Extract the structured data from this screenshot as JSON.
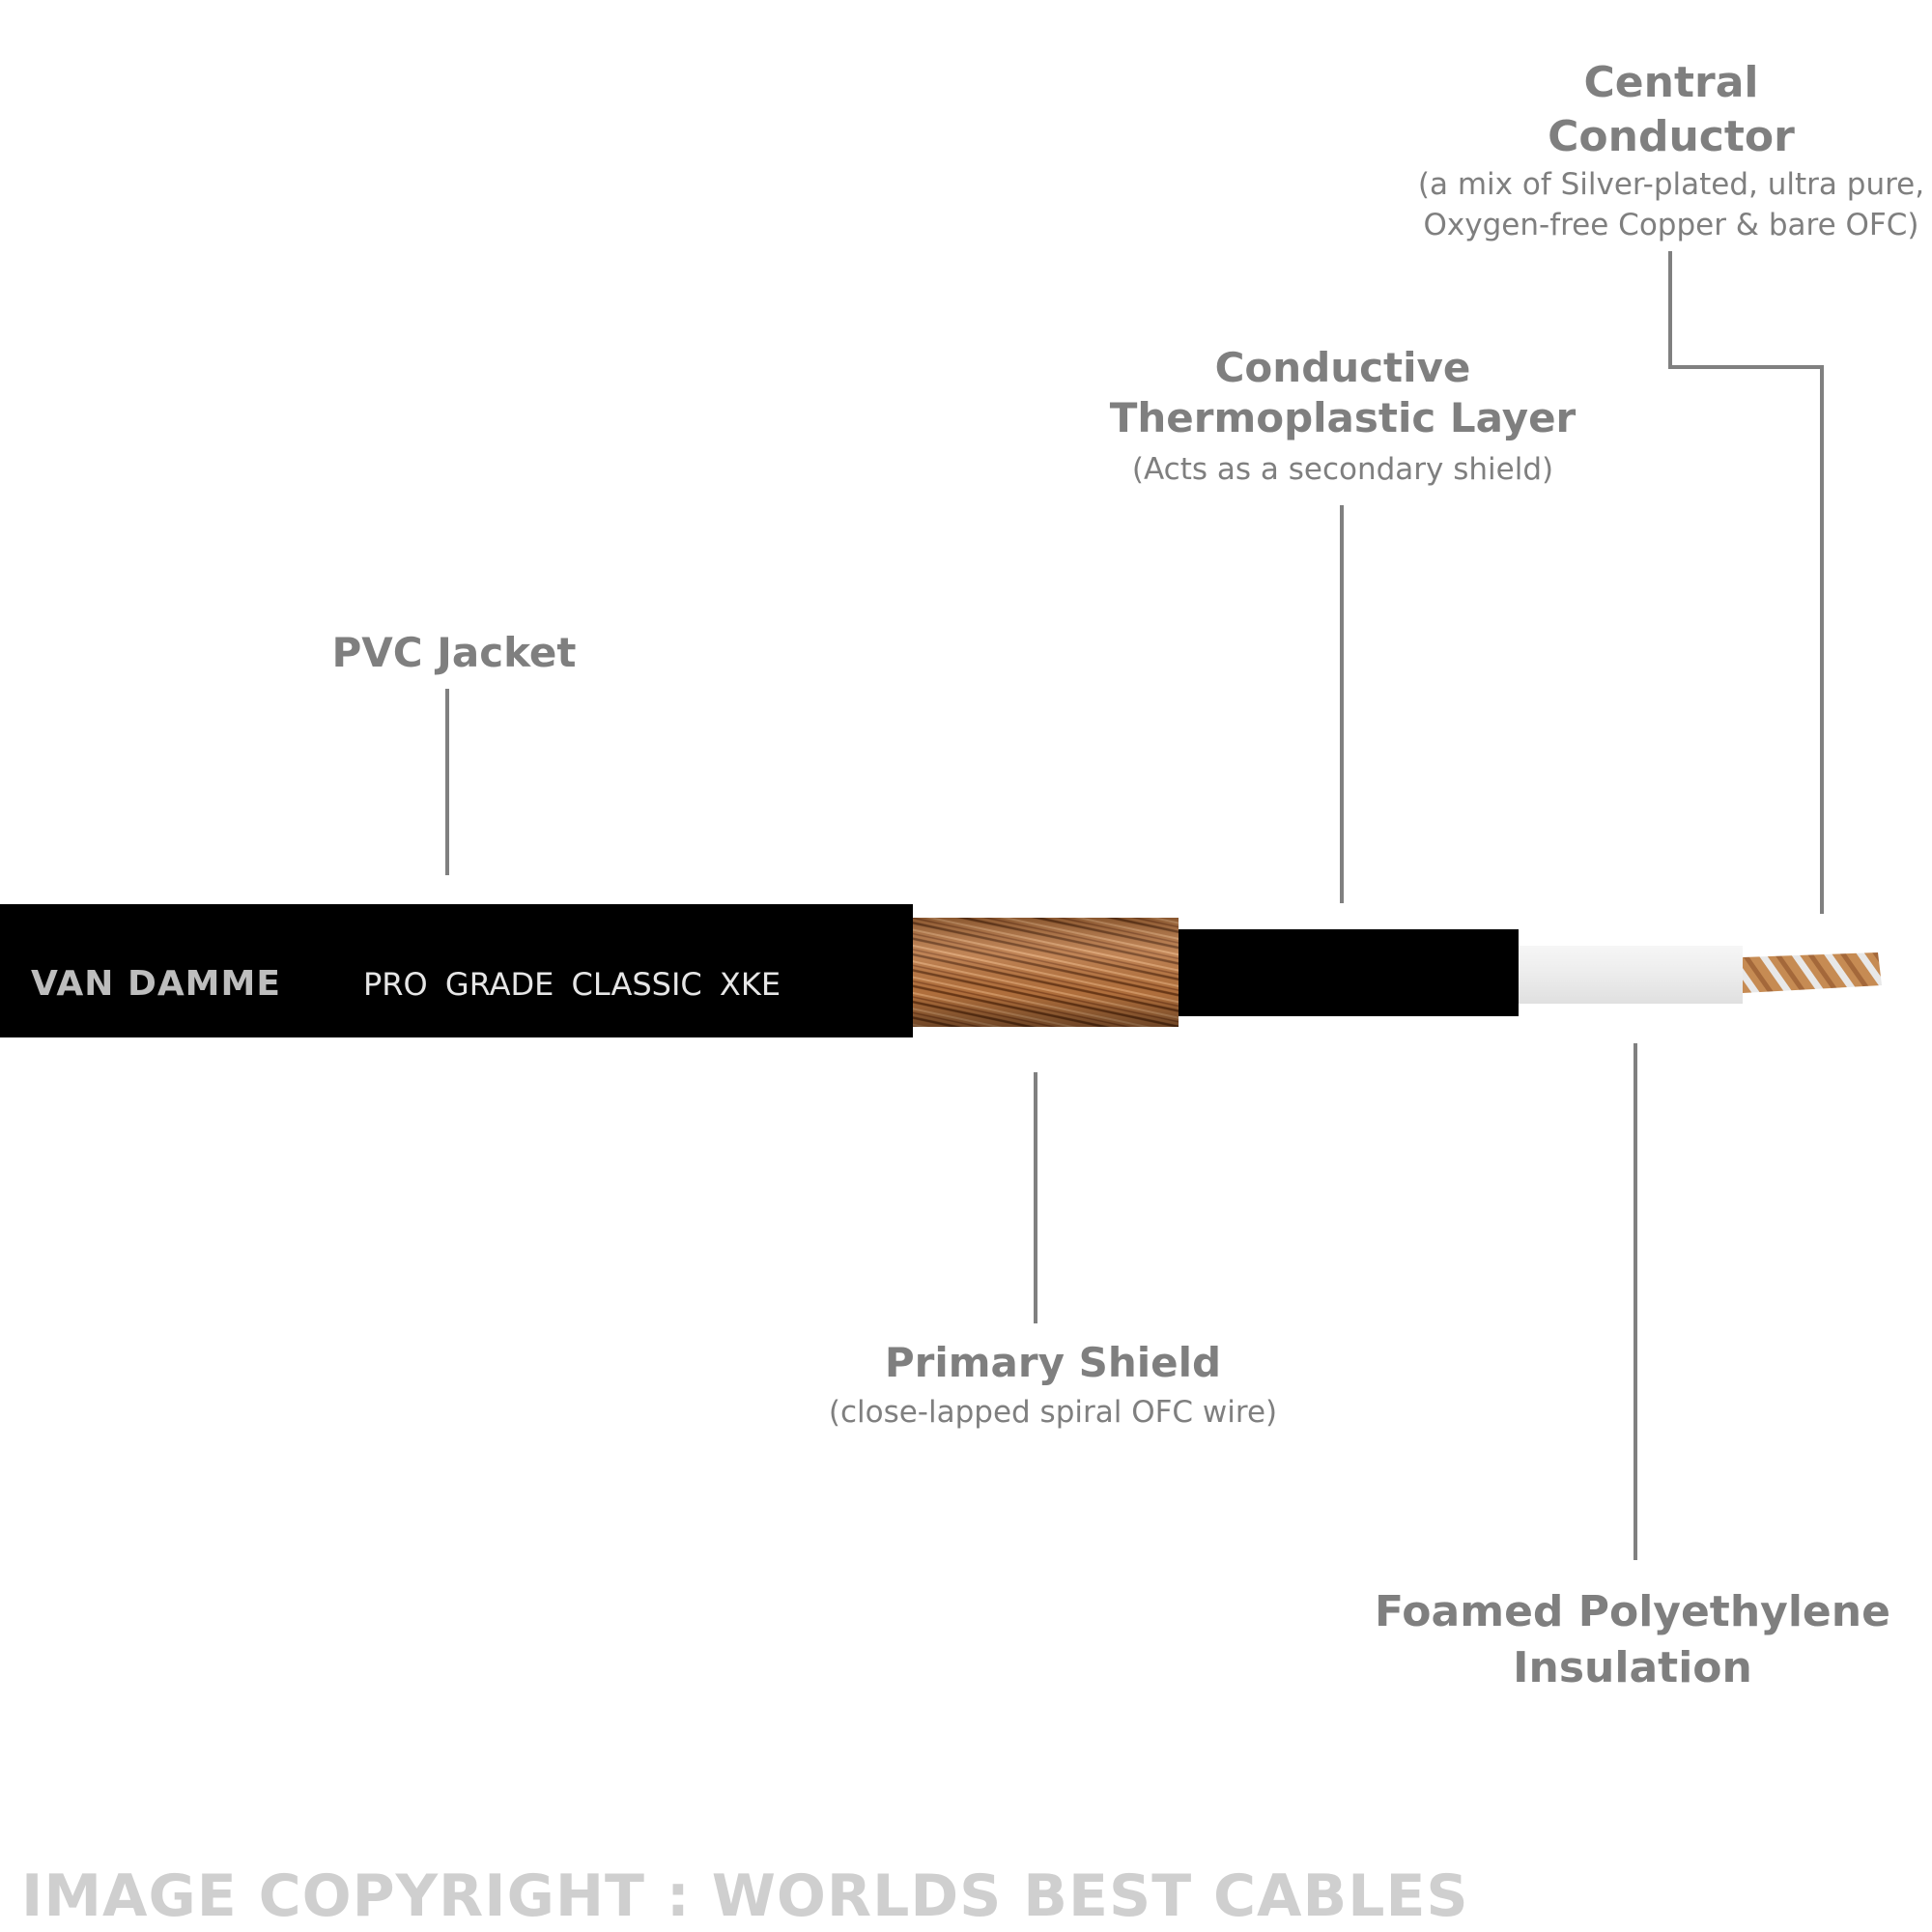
{
  "jacket_print": {
    "brand": "VAN DAMME",
    "model": "PRO GRADE CLASSIC XKE"
  },
  "labels": {
    "central_conductor": {
      "title": "Central\nConductor",
      "subtitle": "(a mix of Silver-plated, ultra pure,\nOxygen-free Copper & bare OFC)"
    },
    "conductive_layer": {
      "title": "Conductive\nThermoplastic Layer",
      "subtitle": "(Acts as a secondary shield)"
    },
    "pvc_jacket": {
      "title": "PVC Jacket"
    },
    "primary_shield": {
      "title": "Primary Shield",
      "subtitle": "(close-lapped spiral OFC wire)"
    },
    "foamed_insulation": {
      "title": "Foamed Polyethylene\nInsulation"
    }
  },
  "watermark": "IMAGE COPYRIGHT : WORLDS BEST CABLES",
  "colors": {
    "text": "#7f7f7f",
    "leader": "#808080",
    "jacket": "#000000",
    "jacket_brand_text": "#bdbdbd",
    "jacket_model_text": "#e6e6e6",
    "copper": "#b8743f",
    "insulation": "#f0f0f0",
    "watermark": "#cfcfcf"
  }
}
